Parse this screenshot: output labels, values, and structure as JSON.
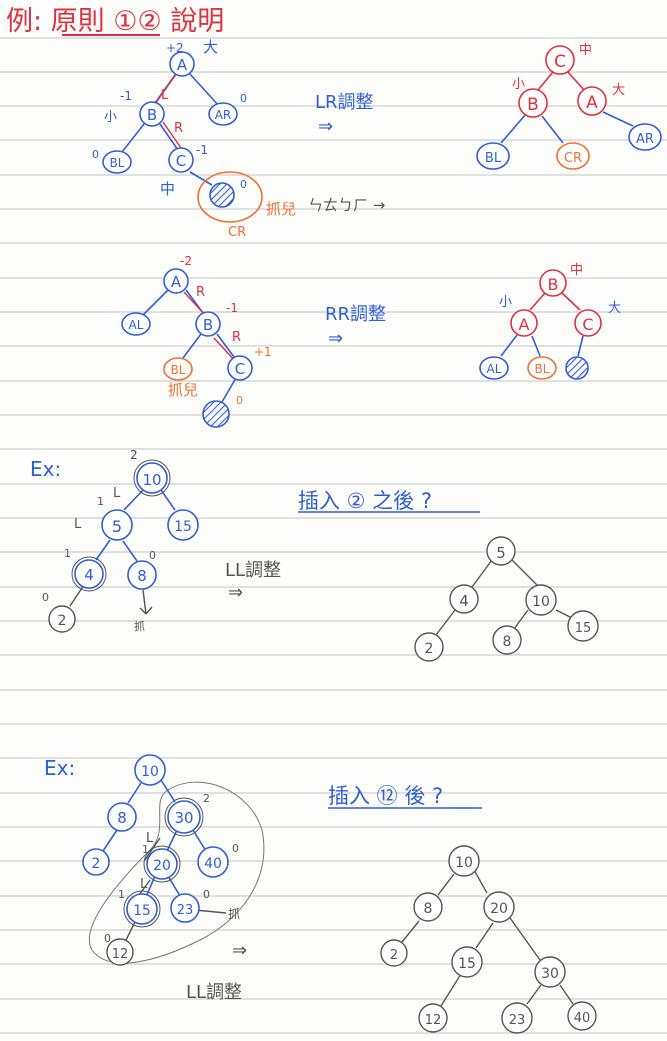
{
  "colors": {
    "ink_blue": "#2f5fd6",
    "ink_red": "#e0303c",
    "ink_orange": "#f07030",
    "ink_pencil": "#555555",
    "rule_line": "#bdbdbd"
  },
  "header": {
    "title": "例: 原則 ①② 說明"
  },
  "sections": [
    {
      "label": "",
      "before": {
        "nodes": [
          {
            "id": "A",
            "label": "A",
            "balance": "+2",
            "tag": "大"
          },
          {
            "id": "B",
            "label": "B",
            "balance": "-1",
            "tag": "小"
          },
          {
            "id": "AR",
            "label": "AR",
            "balance": "0"
          },
          {
            "id": "BL",
            "label": "BL",
            "balance": "0"
          },
          {
            "id": "C",
            "label": "C",
            "balance": "-1",
            "tag": "中"
          },
          {
            "id": "new",
            "label": "",
            "balance": "0"
          }
        ],
        "edge_labels": [
          "L",
          "R"
        ],
        "orange_labels": [
          "抓兒",
          "CR"
        ],
        "pencil_note": "ㄣㄊㄅㄏ →"
      },
      "adjust_label": "LR調整",
      "after": {
        "nodes": [
          {
            "id": "C",
            "label": "C",
            "tag": "中"
          },
          {
            "id": "B",
            "label": "B",
            "tag": "小"
          },
          {
            "id": "A",
            "label": "A",
            "tag": "大"
          },
          {
            "id": "BL",
            "label": "BL"
          },
          {
            "id": "CR",
            "label": "CR"
          },
          {
            "id": "AR",
            "label": "AR"
          }
        ]
      }
    },
    {
      "label": "",
      "before": {
        "nodes": [
          {
            "id": "A",
            "label": "A",
            "balance": "-2"
          },
          {
            "id": "AL",
            "label": "AL"
          },
          {
            "id": "B",
            "label": "B",
            "balance": "-1"
          },
          {
            "id": "BL",
            "label": "BL"
          },
          {
            "id": "C",
            "label": "C",
            "balance": "+1"
          },
          {
            "id": "new",
            "label": "",
            "balance": "0"
          }
        ],
        "edge_labels": [
          "R",
          "R"
        ],
        "orange_labels": [
          "抓兒"
        ]
      },
      "adjust_label": "RR調整",
      "after": {
        "nodes": [
          {
            "id": "B",
            "label": "B",
            "tag": "中"
          },
          {
            "id": "A",
            "label": "A",
            "tag": "小"
          },
          {
            "id": "C",
            "label": "C",
            "tag": "大"
          },
          {
            "id": "AL",
            "label": "AL"
          },
          {
            "id": "BL",
            "label": "BL"
          },
          {
            "id": "new",
            "label": ""
          }
        ]
      }
    },
    {
      "label": "Ex:",
      "before": {
        "nodes": [
          {
            "id": "10",
            "label": "10",
            "balance": "2"
          },
          {
            "id": "5",
            "label": "5",
            "balance": "1"
          },
          {
            "id": "15",
            "label": "15"
          },
          {
            "id": "4",
            "label": "4",
            "balance": "1"
          },
          {
            "id": "8",
            "label": "8",
            "balance": "0"
          },
          {
            "id": "2",
            "label": "2",
            "balance": "0"
          }
        ],
        "edge_labels": [
          "L",
          "L"
        ],
        "pencil_note": "抓"
      },
      "question": "插入 ② 之後 ?",
      "adjust_label": "LL調整",
      "after": {
        "nodes": [
          {
            "id": "5",
            "label": "5"
          },
          {
            "id": "4",
            "label": "4"
          },
          {
            "id": "10",
            "label": "10"
          },
          {
            "id": "2",
            "label": "2"
          },
          {
            "id": "8",
            "label": "8"
          },
          {
            "id": "15",
            "label": "15"
          }
        ]
      }
    },
    {
      "label": "Ex:",
      "before": {
        "nodes": [
          {
            "id": "10",
            "label": "10"
          },
          {
            "id": "8",
            "label": "8"
          },
          {
            "id": "30",
            "label": "30",
            "balance": "2"
          },
          {
            "id": "2",
            "label": "2"
          },
          {
            "id": "20",
            "label": "20",
            "balance": "1"
          },
          {
            "id": "40",
            "label": "40",
            "balance": "0"
          },
          {
            "id": "15",
            "label": "15",
            "balance": "1"
          },
          {
            "id": "23",
            "label": "23",
            "balance": "0"
          },
          {
            "id": "12",
            "label": "12",
            "balance": "0"
          }
        ],
        "edge_labels": [
          "L",
          "L"
        ],
        "pencil_note": "抓"
      },
      "question": "插入 ⑫ 後 ?",
      "adjust_label": "LL調整",
      "after": {
        "nodes": [
          {
            "id": "10",
            "label": "10"
          },
          {
            "id": "8",
            "label": "8"
          },
          {
            "id": "20",
            "label": "20"
          },
          {
            "id": "2",
            "label": "2"
          },
          {
            "id": "15",
            "label": "15"
          },
          {
            "id": "30",
            "label": "30"
          },
          {
            "id": "12",
            "label": "12"
          },
          {
            "id": "23",
            "label": "23"
          },
          {
            "id": "40",
            "label": "40"
          }
        ]
      }
    }
  ]
}
